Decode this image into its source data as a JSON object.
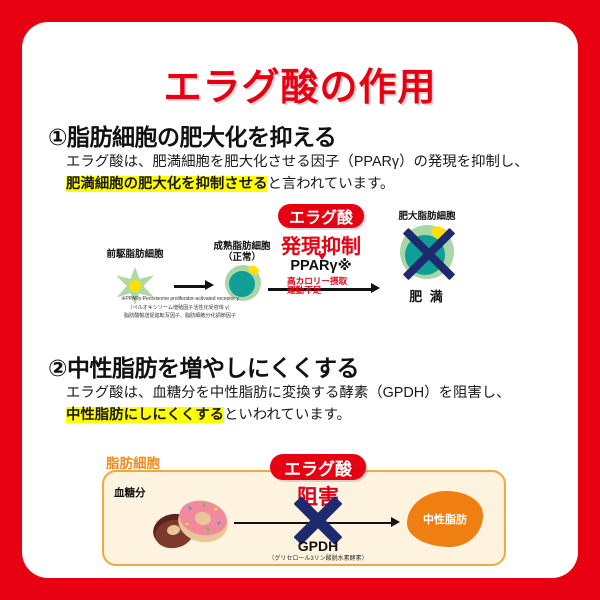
{
  "page": {
    "title": "エラグ酸の作用",
    "frame_color": "#e60012",
    "card_color": "#ffffff"
  },
  "section1": {
    "heading": "①脂肪細胞の肥大化を抑える",
    "body_line1_a": "エラグ酸は、肥満細胞を肥大化させる因子（PPARγ）の発現を抑制し、",
    "body_line2_highlight": "肥満細胞の肥大化を抑制させる",
    "body_line2_rest": "と言われています。",
    "diagram": {
      "precursor_label": "前駆脂肪細胞",
      "mature_label_line1": "成熟脂肪細胞",
      "mature_label_line2": "（正常）",
      "badge_label": "エラグ酸",
      "suppress_label": "発現抑制",
      "factor_label": "PPARγ※",
      "risk_line1": "高カロリー摂取",
      "risk_line2": "運動不足",
      "hypertrophic_label": "肥大脂肪細胞",
      "obesity_label": "肥 満",
      "footnote_line1": "※PPARγ:Peroxisome proliferator-activated receptor γ",
      "footnote_line2": "（ペルオキシソーム増殖因子活性化受容体 γ）",
      "footnote_line3": "脂肪酸輸送促進転写因子、脂肪細胞分化調節因子"
    }
  },
  "section2": {
    "heading": "②中性脂肪を増やしにくくする",
    "body_line1": "エラグ酸は、血糖分を中性脂肪に変換する酵素（GPDH）を阻害し、",
    "body_line2_highlight": "中性脂肪にしにくくする",
    "body_line2_rest": "といわれています。",
    "diagram": {
      "panel_title": "脂肪細胞",
      "glucose_label": "血糖分",
      "badge_label": "エラグ酸",
      "block_label": "阻害",
      "enzyme_label": "GPDH",
      "enzyme_sub": "（グリセロール3リン酸脱水素酵素）",
      "product_label": "中性脂肪"
    }
  },
  "colors": {
    "red": "#e60012",
    "navy": "#1d2b6e",
    "teal": "#0f9f96",
    "light_green": "#a9d6a8",
    "yellow": "#ffe100",
    "highlight": "#ffff00",
    "orange": "#ef7f10",
    "panel_bg": "#fdf3de",
    "panel_border": "#f0a93c"
  }
}
